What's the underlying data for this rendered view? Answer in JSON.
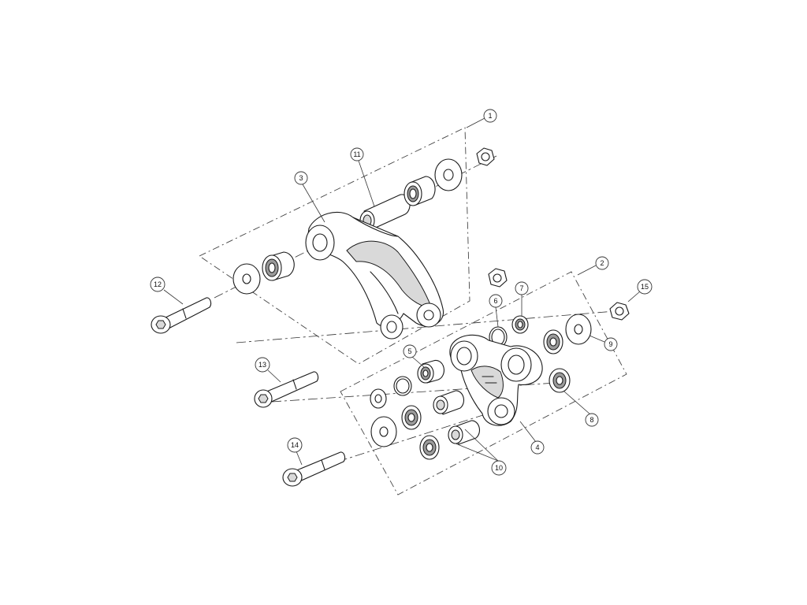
{
  "callouts": [
    {
      "id": "1",
      "label": "1"
    },
    {
      "id": "2",
      "label": "2"
    },
    {
      "id": "3",
      "label": "3"
    },
    {
      "id": "4",
      "label": "4"
    },
    {
      "id": "5",
      "label": "5"
    },
    {
      "id": "6",
      "label": "6"
    },
    {
      "id": "7",
      "label": "7"
    },
    {
      "id": "8",
      "label": "8"
    },
    {
      "id": "9",
      "label": "9"
    },
    {
      "id": "10",
      "label": "10"
    },
    {
      "id": "11",
      "label": "11"
    },
    {
      "id": "12",
      "label": "12"
    },
    {
      "id": "13",
      "label": "13"
    },
    {
      "id": "14",
      "label": "14"
    },
    {
      "id": "15",
      "label": "15"
    }
  ],
  "colors": {
    "line": "#1a1a1a",
    "background": "#ffffff",
    "shade": "#d9d9d9"
  }
}
